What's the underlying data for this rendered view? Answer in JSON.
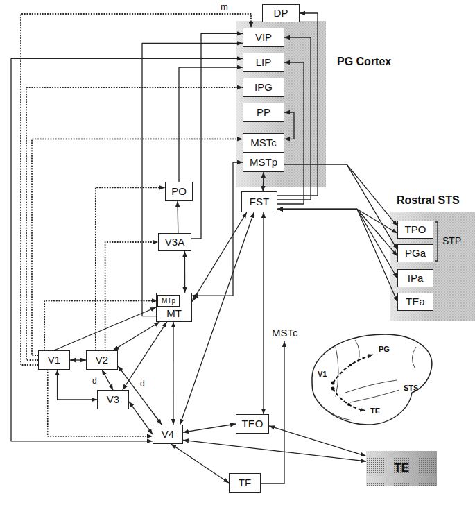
{
  "diagram": {
    "nodes": [
      {
        "text": [
          "DP"
        ]
      },
      {
        "text": [
          "PG Cortex"
        ]
      },
      {
        "text": [
          "VIP"
        ],
        "in": 1
      },
      {
        "text": [
          "LIP"
        ],
        "in": 1
      },
      {
        "text": [
          "IPG"
        ],
        "in": 1
      },
      {
        "text": [
          "PP"
        ],
        "in": 1
      },
      {
        "text": [
          "MSTc"
        ],
        "in": 1
      },
      {
        "text": [
          "MSTp"
        ],
        "in": 1
      },
      {
        "text": [
          "Rostral STS"
        ]
      },
      {
        "text": [
          "TPO"
        ],
        "in": 8
      },
      {
        "text": [
          "PGa"
        ],
        "in": 8
      },
      {
        "text": [
          "IPa"
        ],
        "in": 8
      },
      {
        "text": [
          "TEa"
        ],
        "in": 8
      },
      {
        "text": [
          "PO"
        ]
      },
      {
        "text": [
          "FST"
        ]
      },
      {
        "text": [
          "V3A"
        ]
      },
      {
        "text": [
          "MT"
        ]
      },
      {
        "text": [
          "MTp"
        ],
        "in": 16
      },
      {
        "text": [
          "V1"
        ]
      },
      {
        "text": [
          "V2"
        ]
      },
      {
        "text": [
          "V3"
        ]
      },
      {
        "text": [
          "V4"
        ]
      },
      {
        "text": [
          "TEO"
        ]
      },
      {
        "text": [
          "TF"
        ]
      },
      {
        "text": [
          "TE"
        ]
      }
    ],
    "edges": [
      {
        "from": 18,
        "to": 19,
        "arrow": "both"
      },
      {
        "from": 18,
        "to": 20,
        "arrow": "both"
      },
      {
        "from": 19,
        "to": 20,
        "arrow": "both"
      },
      {
        "from": 19,
        "to": 16,
        "arrow": "both"
      },
      {
        "from": 18,
        "to": 16,
        "arrow": "to"
      },
      {
        "from": 19,
        "to": 21,
        "arrow": "both"
      },
      {
        "from": 20,
        "to": 21,
        "arrow": "both"
      },
      {
        "from": 20,
        "to": 16,
        "arrow": "both"
      },
      {
        "from": 16,
        "to": 21,
        "arrow": "both"
      },
      {
        "from": 16,
        "to": 15,
        "arrow": "both"
      },
      {
        "from": 15,
        "to": 13,
        "arrow": "to"
      },
      {
        "from": 16,
        "to": 14,
        "arrow": "both"
      },
      {
        "from": 16,
        "to": 7,
        "arrow": "both"
      },
      {
        "from": 16,
        "to": 2,
        "arrow": "to"
      },
      {
        "from": 15,
        "to": 2,
        "arrow": "to"
      },
      {
        "from": 13,
        "to": 3,
        "arrow": "to"
      },
      {
        "from": 21,
        "to": 3,
        "arrow": "both"
      },
      {
        "from": 14,
        "to": 0,
        "arrow": "to"
      },
      {
        "from": 14,
        "to": 2,
        "arrow": "to"
      },
      {
        "from": 14,
        "to": 3,
        "arrow": "to"
      },
      {
        "from": 5,
        "to": 6,
        "arrow": "both"
      },
      {
        "from": 7,
        "to": 14,
        "arrow": "both"
      },
      {
        "from": 7,
        "to": 9,
        "arrow": "to"
      },
      {
        "from": 7,
        "to": 10,
        "arrow": "to"
      },
      {
        "from": 14,
        "to": 9,
        "arrow": "both"
      },
      {
        "from": 14,
        "to": 10,
        "arrow": "both"
      },
      {
        "from": 14,
        "to": 11,
        "arrow": "both"
      },
      {
        "from": 14,
        "to": 12,
        "arrow": "both"
      },
      {
        "from": 21,
        "to": 14,
        "arrow": "both"
      },
      {
        "from": 14,
        "to": 22,
        "arrow": "both"
      },
      {
        "from": 21,
        "to": 22,
        "arrow": "both"
      },
      {
        "from": 21,
        "to": 23,
        "arrow": "both"
      },
      {
        "from": 21,
        "to": 24,
        "arrow": "both"
      },
      {
        "from": 22,
        "to": 24,
        "arrow": "both"
      },
      {
        "from": 18,
        "to": 2,
        "arrow": "to"
      },
      {
        "from": 18,
        "to": 4,
        "arrow": "to"
      },
      {
        "from": 18,
        "to": 6,
        "arrow": "to"
      },
      {
        "from": 19,
        "to": 13,
        "arrow": "to"
      },
      {
        "from": 19,
        "to": 15,
        "arrow": "to"
      },
      {
        "from": 18,
        "to": 17,
        "arrow": "to"
      },
      {
        "from": 18,
        "to": 21,
        "arrow": "to"
      }
    ],
    "labels": [
      "m",
      "STP",
      "MSTc",
      "d",
      "d",
      "PG",
      "V1",
      "STS",
      "TE"
    ]
  }
}
